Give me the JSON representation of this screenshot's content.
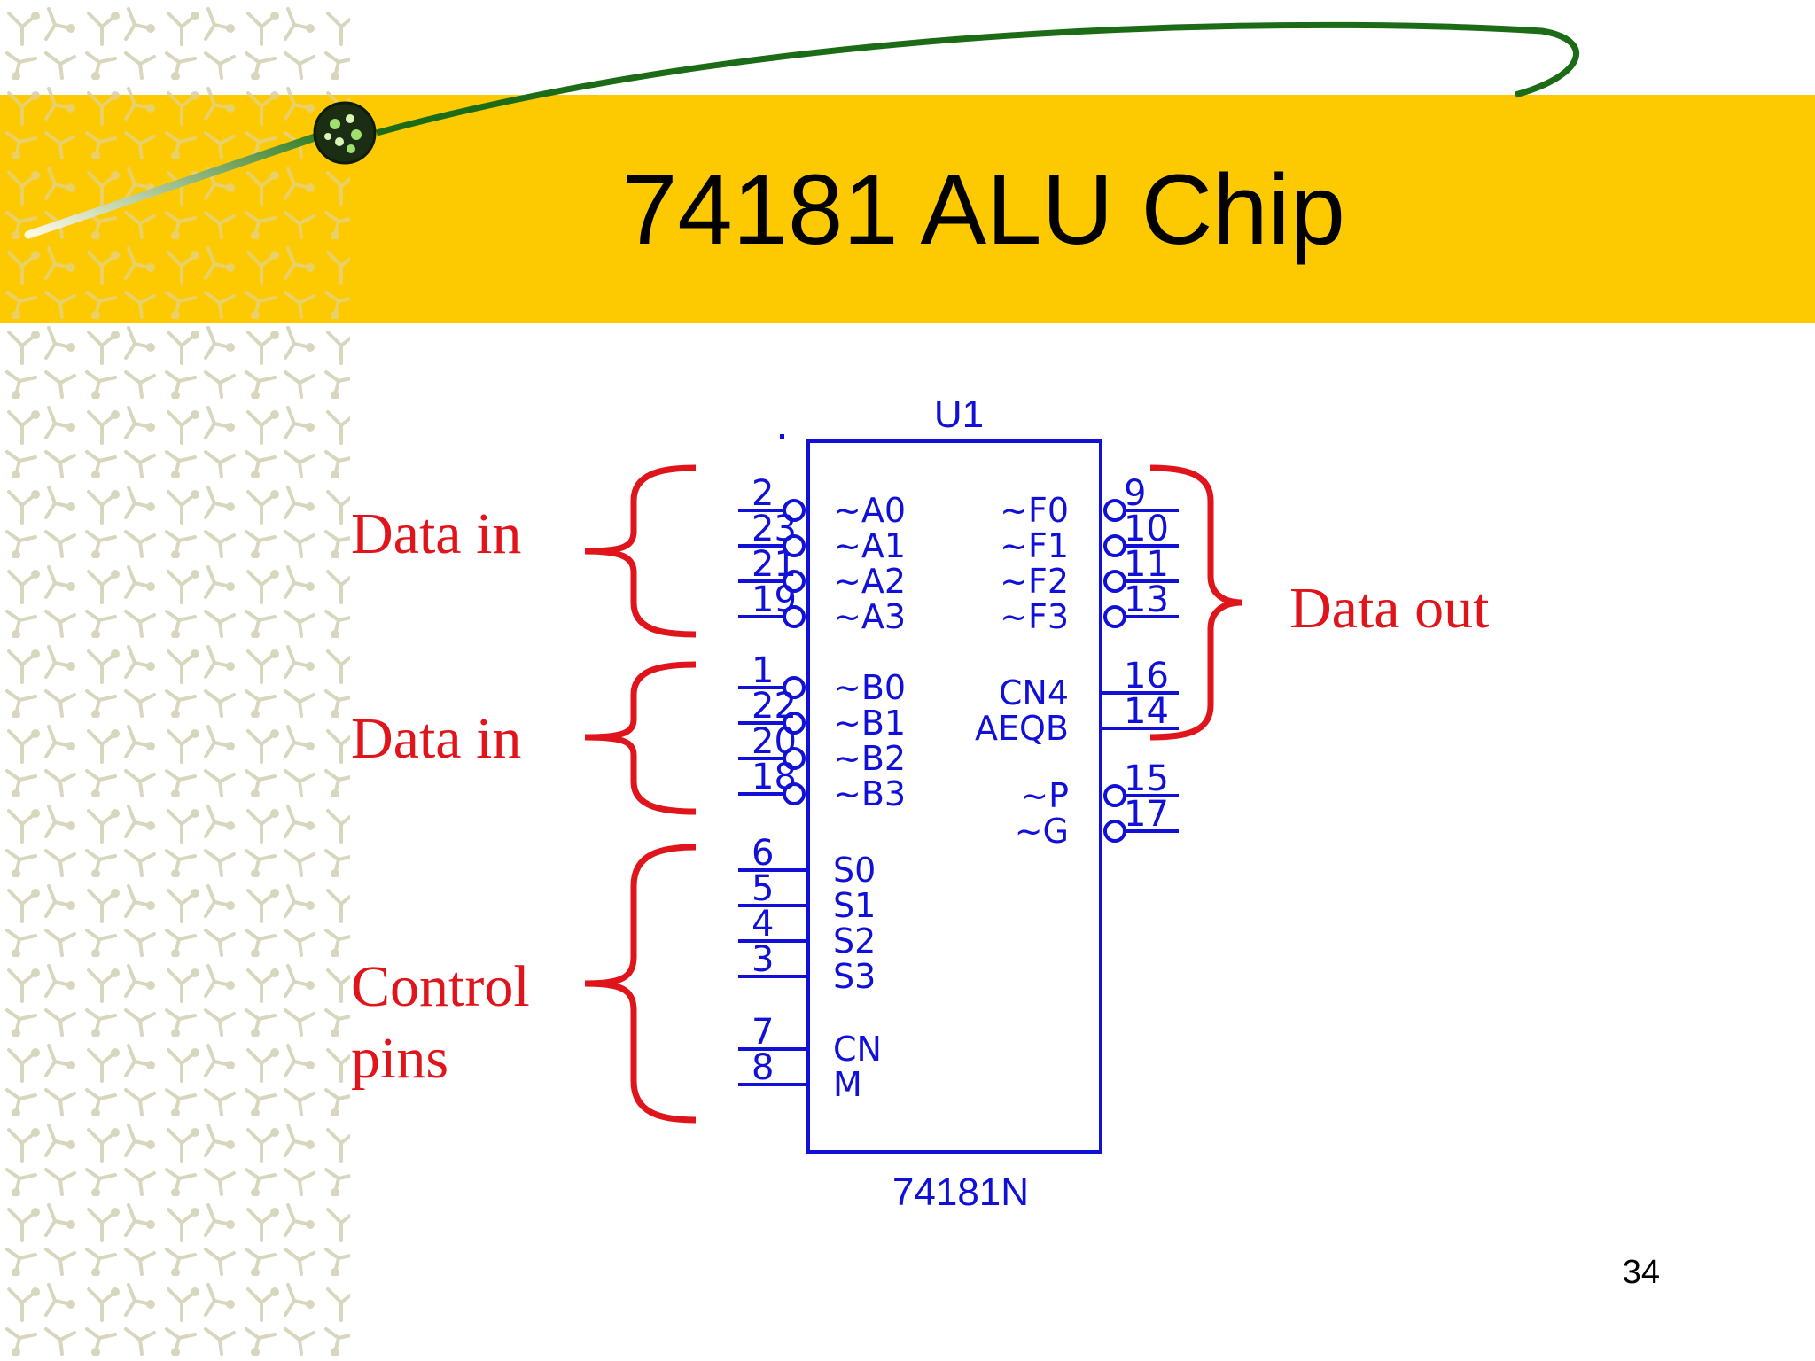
{
  "slide": {
    "title": "74181 ALU Chip",
    "page_number": "34"
  },
  "colors": {
    "banner": "#fdc900",
    "schematic": "#1010d8",
    "annotation": "#e0141b",
    "swoosh": "#1c6b17",
    "pattern": "#d8d6bd"
  },
  "chip": {
    "ref": "U1",
    "part": "74181N",
    "left_pins": [
      {
        "num": "2",
        "label": "~A0",
        "inverted": true
      },
      {
        "num": "23",
        "label": "~A1",
        "inverted": true
      },
      {
        "num": "21",
        "label": "~A2",
        "inverted": true
      },
      {
        "num": "19",
        "label": "~A3",
        "inverted": true
      },
      {
        "num": "1",
        "label": "~B0",
        "inverted": true
      },
      {
        "num": "22",
        "label": "~B1",
        "inverted": true
      },
      {
        "num": "20",
        "label": "~B2",
        "inverted": true
      },
      {
        "num": "18",
        "label": "~B3",
        "inverted": true
      },
      {
        "num": "6",
        "label": "S0",
        "inverted": false
      },
      {
        "num": "5",
        "label": "S1",
        "inverted": false
      },
      {
        "num": "4",
        "label": "S2",
        "inverted": false
      },
      {
        "num": "3",
        "label": "S3",
        "inverted": false
      },
      {
        "num": "7",
        "label": "CN",
        "inverted": false
      },
      {
        "num": "8",
        "label": "M",
        "inverted": false
      }
    ],
    "right_pins": [
      {
        "num": "9",
        "label": "~F0",
        "inverted": true
      },
      {
        "num": "10",
        "label": "~F1",
        "inverted": true
      },
      {
        "num": "11",
        "label": "~F2",
        "inverted": true
      },
      {
        "num": "13",
        "label": "~F3",
        "inverted": true
      },
      {
        "num": "16",
        "label": "CN4",
        "inverted": false
      },
      {
        "num": "14",
        "label": "AEQB",
        "inverted": false
      },
      {
        "num": "15",
        "label": "~P",
        "inverted": true
      },
      {
        "num": "17",
        "label": "~G",
        "inverted": true
      }
    ]
  },
  "annotations": {
    "data_in_a": "Data in",
    "data_in_b": "Data in",
    "control_line1": "Control",
    "control_line2": "pins",
    "data_out": "Data out"
  }
}
